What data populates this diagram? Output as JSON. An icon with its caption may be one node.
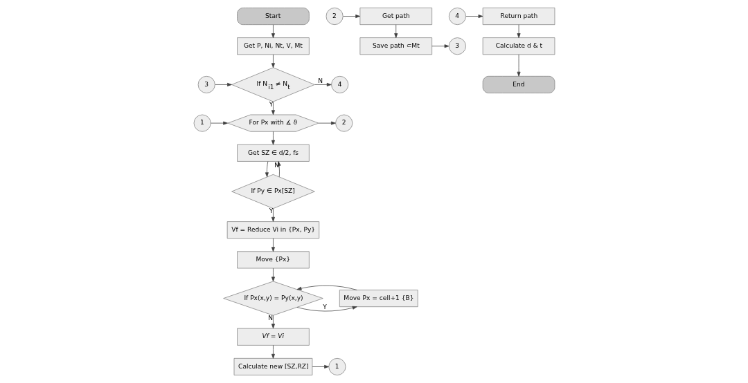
{
  "diagram": {
    "nodes": [
      {
        "text": [
          "Start"
        ]
      },
      {
        "text": [
          "Get P, Ni, Nt, V, Mt"
        ]
      },
      {
        "text": [
          "3"
        ]
      },
      {
        "text": [
          "If N$_{i1}$ ≠ N$_{t}$"
        ]
      },
      {
        "text": [
          "4"
        ]
      },
      {
        "text": [
          "1"
        ]
      },
      {
        "text": [
          "For Px with ∡ ϑ"
        ]
      },
      {
        "text": [
          "2"
        ]
      },
      {
        "text": [
          "Get SZ ∈ d/2, fs"
        ]
      },
      {
        "text": [
          "If Py ∈ Px[SZ]"
        ]
      },
      {
        "text": [
          "Vf = Reduce Vi in {Px, Py}"
        ]
      },
      {
        "text": [
          "Move {Px}"
        ]
      },
      {
        "text": [
          "If Px(x,y) = Py(x,y)"
        ]
      },
      {
        "text": [
          "Move Px = cell+1 {B}"
        ]
      },
      {
        "text": [
          "Vf = Vi"
        ]
      },
      {
        "text": [
          "Calculate new [SZ,RZ]"
        ]
      },
      {
        "text": [
          "1"
        ]
      },
      {
        "text": [
          "2"
        ]
      },
      {
        "text": [
          "Get path"
        ]
      },
      {
        "text": [
          "3"
        ]
      },
      {
        "text": [
          "Save path ⊂Mt"
        ]
      },
      {
        "text": [
          "4"
        ]
      },
      {
        "text": [
          "Return path"
        ]
      },
      {
        "text": [
          "Calculate d & t"
        ]
      },
      {
        "text": [
          "End"
        ]
      }
    ],
    "edges": [
      {
        "from": 0,
        "to": 1,
        "arrow": "to"
      },
      {
        "from": 1,
        "to": 3,
        "arrow": "to"
      },
      {
        "from": 2,
        "to": 3,
        "arrow": "to"
      },
      {
        "from": 3,
        "to": 4,
        "arrow": "to",
        "label": "N"
      },
      {
        "from": 3,
        "to": 6,
        "arrow": "to",
        "label": "Y"
      },
      {
        "from": 5,
        "to": 6,
        "arrow": "to"
      },
      {
        "from": 6,
        "to": 7,
        "arrow": "to"
      },
      {
        "from": 6,
        "to": 8,
        "arrow": "to"
      },
      {
        "from": 8,
        "to": 9,
        "arrow": "to"
      },
      {
        "from": 9,
        "to": 8,
        "arrow": "to",
        "label": "N"
      },
      {
        "from": 9,
        "to": 10,
        "arrow": "to",
        "label": "Y"
      },
      {
        "from": 10,
        "to": 11,
        "arrow": "to"
      },
      {
        "from": 11,
        "to": 12,
        "arrow": "to"
      },
      {
        "from": 12,
        "to": 13,
        "arrow": "to",
        "label": "Y"
      },
      {
        "from": 13,
        "to": 12,
        "arrow": "to"
      },
      {
        "from": 12,
        "to": 14,
        "arrow": "to",
        "label": "N"
      },
      {
        "from": 14,
        "to": 15,
        "arrow": "to"
      },
      {
        "from": 15,
        "to": 16,
        "arrow": "to"
      },
      {
        "from": 17,
        "to": 18,
        "arrow": "to"
      },
      {
        "from": 18,
        "to": 20,
        "arrow": "to"
      },
      {
        "from": 20,
        "to": 19,
        "arrow": "to"
      },
      {
        "from": 21,
        "to": 22,
        "arrow": "to"
      },
      {
        "from": 22,
        "to": 23,
        "arrow": "to"
      },
      {
        "from": 23,
        "to": 24,
        "arrow": "to"
      }
    ]
  }
}
